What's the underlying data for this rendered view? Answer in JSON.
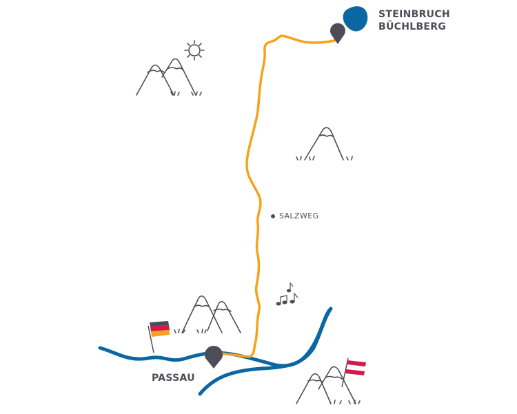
{
  "places": {
    "quarry_line1": "STEINBRUCH",
    "quarry_line2": "BÜCHLBERG",
    "passau": "PASSAU",
    "salzweg": "SALZWEG"
  },
  "colors": {
    "route": "#f7a21b",
    "river": "#0a67a3",
    "pin": "#4d4d57",
    "flag_austria": "#d8184a",
    "flag_germany": [
      "#4d4d57",
      "#d8184a",
      "#f7a21b"
    ]
  },
  "icons": [
    "quarry-lake-icon",
    "map-pin-icon",
    "sun-icon",
    "mountain-icon",
    "music-notes-icon",
    "germany-flag-icon",
    "austria-flag-icon"
  ]
}
